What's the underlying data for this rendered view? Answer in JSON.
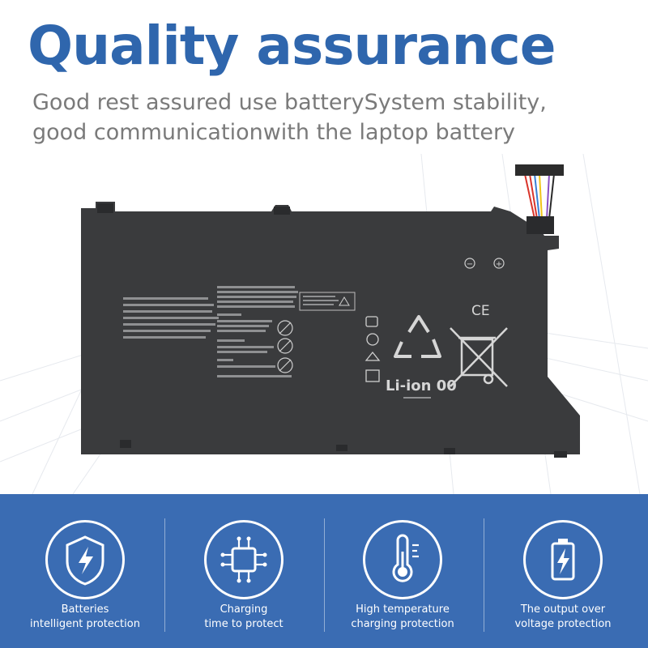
{
  "header": {
    "title": "Quality assurance",
    "subtitle_line1": "Good rest assured use batterySystem stability,",
    "subtitle_line2": "good communicationwith the laptop battery"
  },
  "battery_label": {
    "li_ion": "Li-ion 00",
    "ce": "CE",
    "plus": "+",
    "minus": "−"
  },
  "colors": {
    "brand_blue": "#2f66ad",
    "band_blue": "#3a6cb3",
    "subtitle_gray": "#7a7a7a",
    "battery_body": "#3a3b3d"
  },
  "features": [
    {
      "icon": "shield-lightning-icon",
      "line1": "Batteries",
      "line2": "intelligent protection"
    },
    {
      "icon": "circuit-board-icon",
      "line1": "Charging",
      "line2": "time to protect"
    },
    {
      "icon": "thermometer-icon",
      "line1": "High temperature",
      "line2": "charging protection"
    },
    {
      "icon": "battery-bolt-icon",
      "line1": "The output over",
      "line2": "voltage protection"
    }
  ]
}
